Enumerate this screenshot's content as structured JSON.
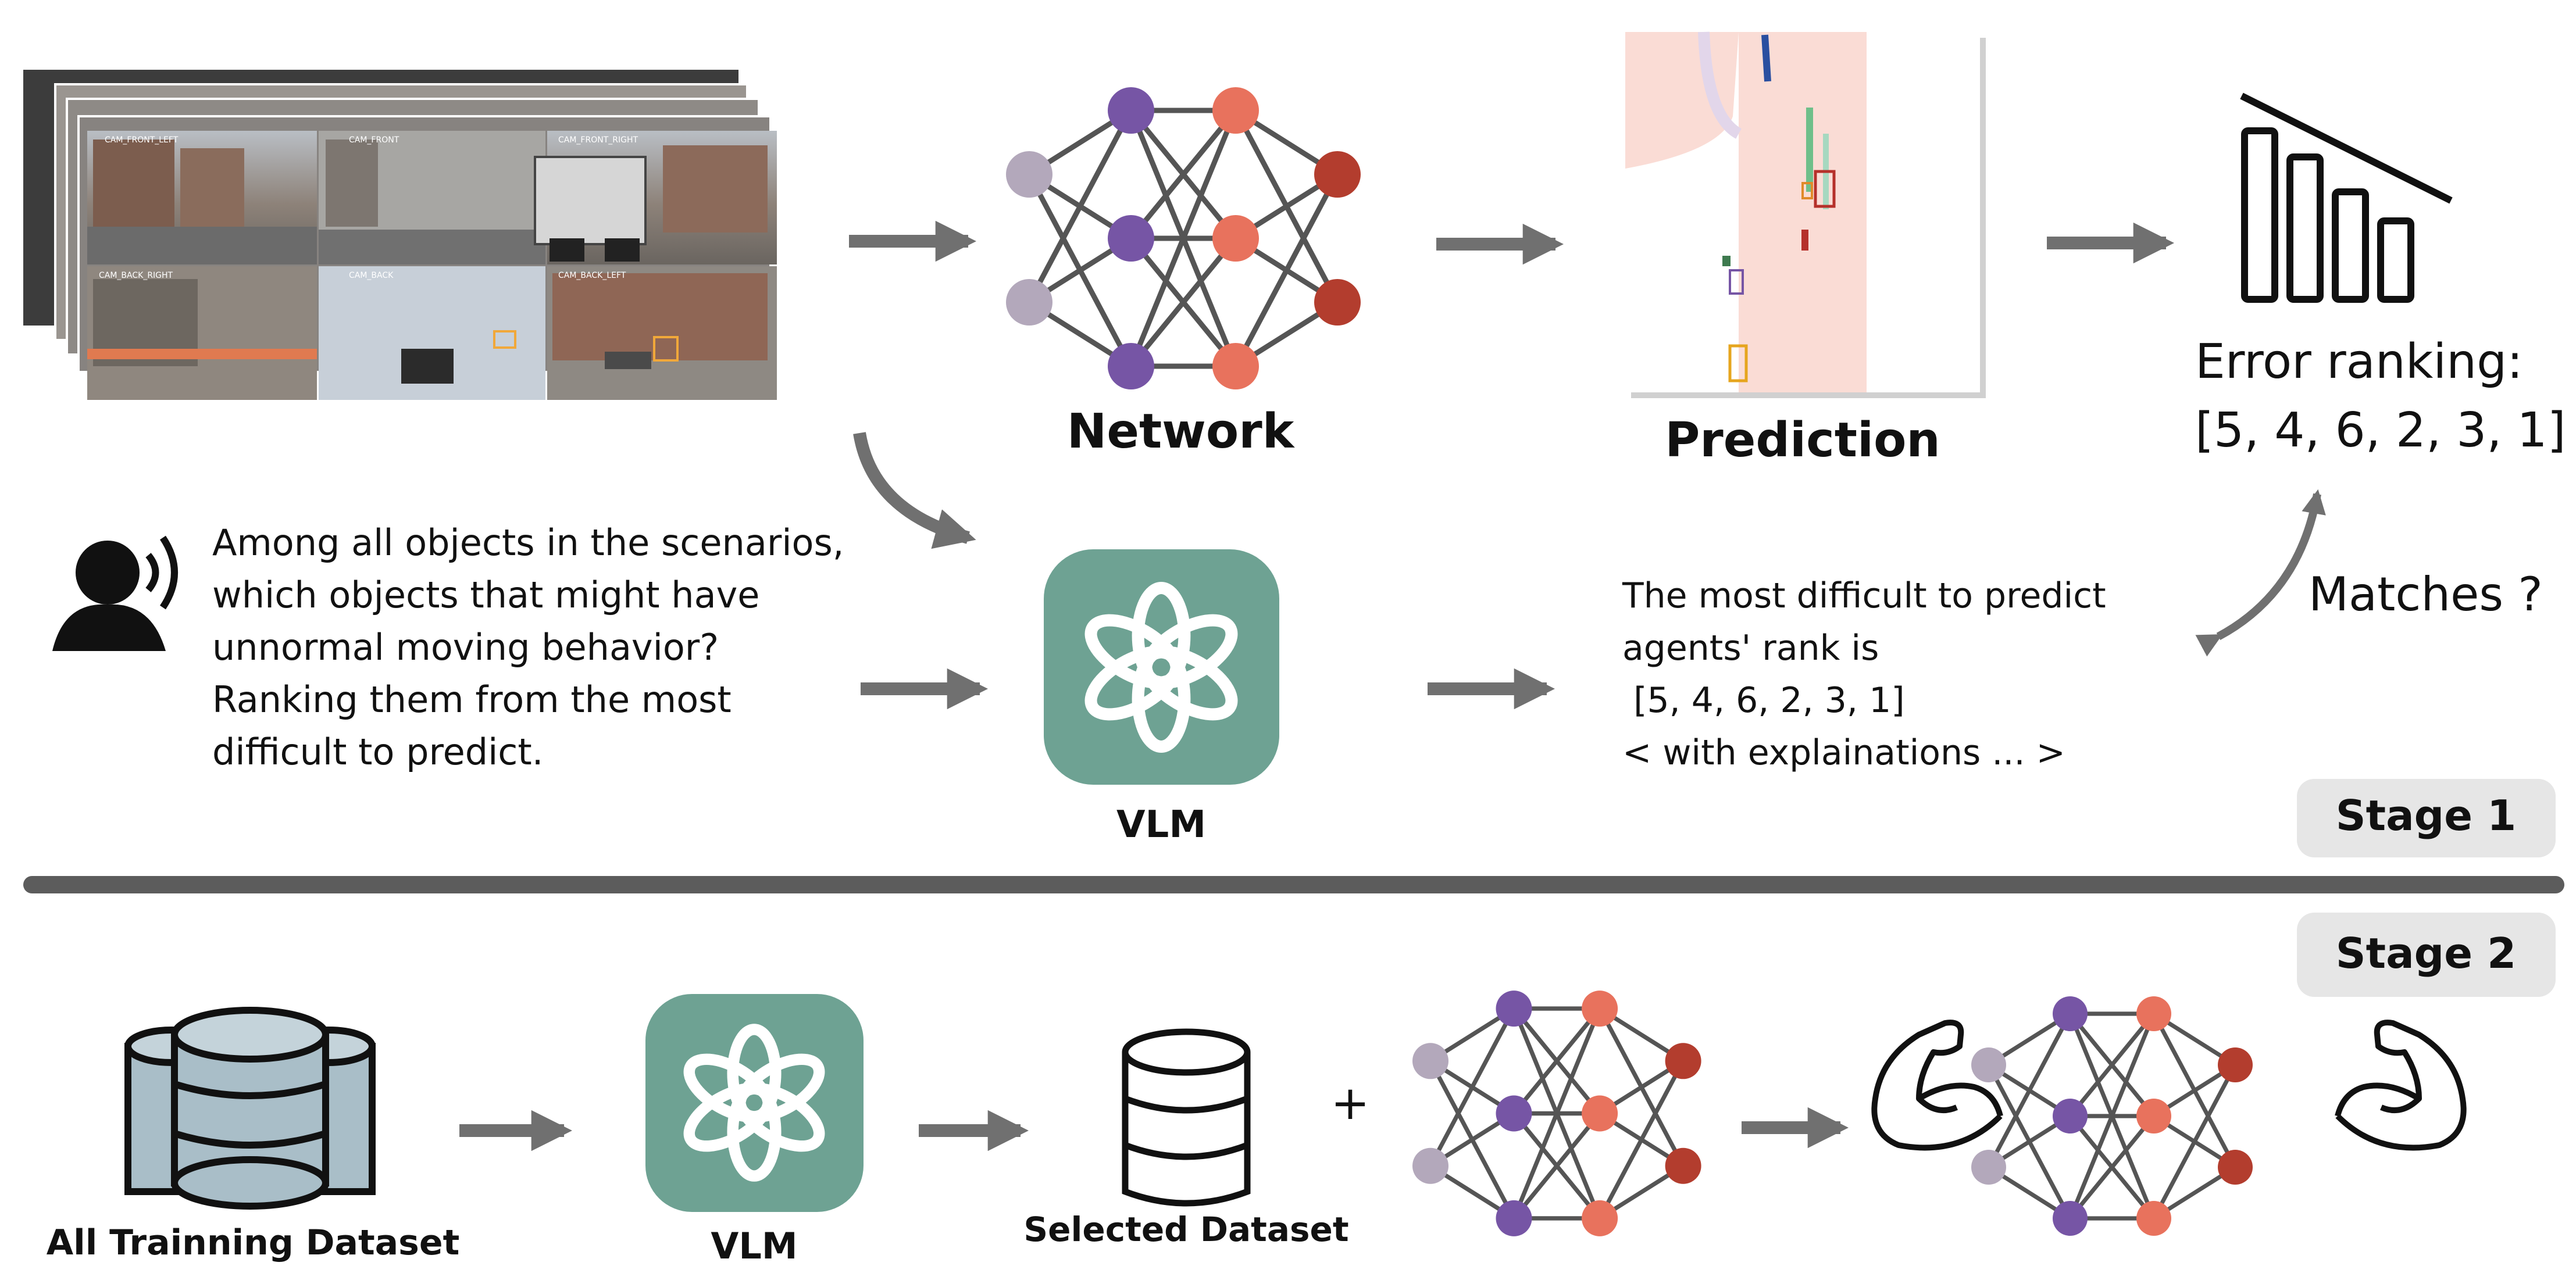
{
  "colors": {
    "arrow": "#707070",
    "purple": "#7655a5",
    "salmon": "#e8725d",
    "darkred": "#b33d2e",
    "lavender": "#b3a8bb",
    "edge": "#555555",
    "vlm_green": "#6ea293",
    "divider": "#5c5c5c",
    "stage_bg": "#e6e6e6",
    "road": "#fadcd5",
    "db_fill": "#a9bec8"
  },
  "camera_labels": {
    "front_left": "CAM_FRONT_LEFT",
    "front": "CAM_FRONT",
    "front_right": "CAM_FRONT_RIGHT",
    "back_right": "CAM_BACK_RIGHT",
    "back": "CAM_BACK",
    "back_left": "CAM_BACK_LEFT"
  },
  "network": {
    "label": "Network"
  },
  "prediction": {
    "label": "Prediction"
  },
  "error_ranking": {
    "title": "Error ranking:",
    "list": "[5, 4, 6, 2, 3, 1]"
  },
  "prompt": {
    "lines": [
      "Among all objects in the scenarios,",
      "which objects that might have",
      "unnormal moving behavior?",
      "Ranking them from the most",
      "difficult to predict."
    ]
  },
  "vlm": {
    "label": "VLM"
  },
  "response": {
    "lines": [
      "The most difficult to predict",
      "agents' rank is",
      " [5, 4, 6, 2, 3, 1]",
      "< with explainations ... >"
    ]
  },
  "matches": {
    "label": "Matches ?"
  },
  "stages": {
    "stage1": "Stage 1",
    "stage2": "Stage 2"
  },
  "stage2": {
    "all_dataset": "All Trainning Dataset",
    "vlm": "VLM",
    "selected_dataset": "Selected Dataset",
    "plus": "+"
  }
}
